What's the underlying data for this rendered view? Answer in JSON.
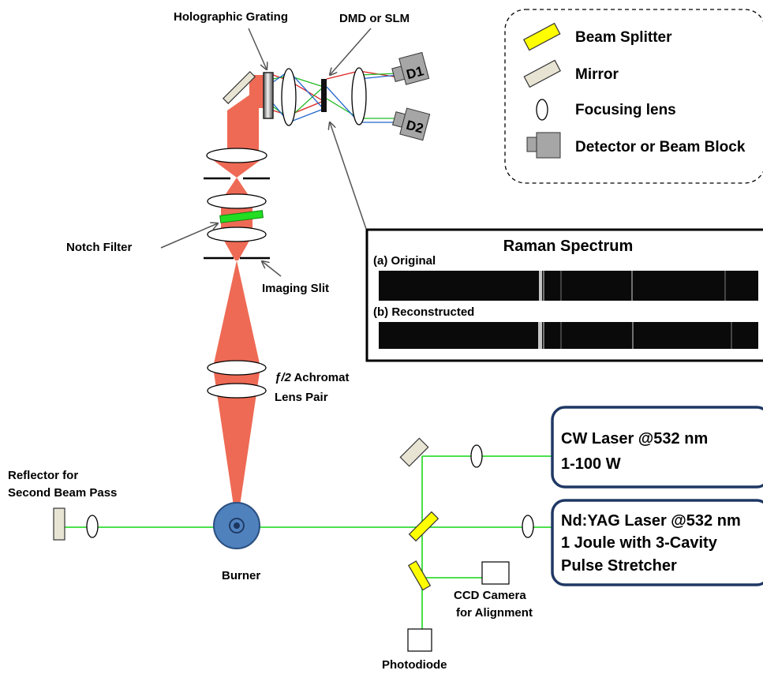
{
  "legend": {
    "items": [
      {
        "icon": "beam-splitter-icon",
        "label": "Beam Splitter",
        "color": "#ffff00"
      },
      {
        "icon": "mirror-icon",
        "label": "Mirror",
        "color": "#e8e4d4"
      },
      {
        "icon": "lens-icon",
        "label": "Focusing lens"
      },
      {
        "icon": "detector-icon",
        "label": "Detector or Beam Block",
        "color": "#a6a6a6"
      }
    ]
  },
  "labels": {
    "holographic_grating": "Holographic Grating",
    "dmd_slm": "DMD or SLM",
    "d1": "D1",
    "d2": "D2",
    "notch_filter": "Notch Filter",
    "imaging_slit": "Imaging Slit",
    "achromat_italic": "ƒ/2",
    "achromat_rest": " Achromat",
    "lens_pair": "Lens Pair",
    "reflector_line1": "Reflector for",
    "reflector_line2": "Second Beam Pass",
    "burner": "Burner",
    "ccd_line1": "CCD Camera",
    "ccd_line2": "for Alignment",
    "photodiode": "Photodiode"
  },
  "spectrum": {
    "title": "Raman Spectrum",
    "original": "(a) Original",
    "reconstructed": "(b) Reconstructed"
  },
  "lasers": {
    "cw": {
      "line1": "CW Laser @532 nm",
      "line2": "1-100 W"
    },
    "ndyag": {
      "line1": "Nd:YAG Laser @532 nm",
      "line2": "1 Joule with 3-Cavity",
      "line3": "Pulse Stretcher"
    }
  },
  "colors": {
    "beam_green": "#33dd33",
    "scatter_beam": "#ee6a55",
    "laser_box_border": "#1f3864",
    "burner": "#4f81bd",
    "ray_red": "#dd2222",
    "ray_green": "#22bb22",
    "ray_blue": "#2266cc"
  }
}
